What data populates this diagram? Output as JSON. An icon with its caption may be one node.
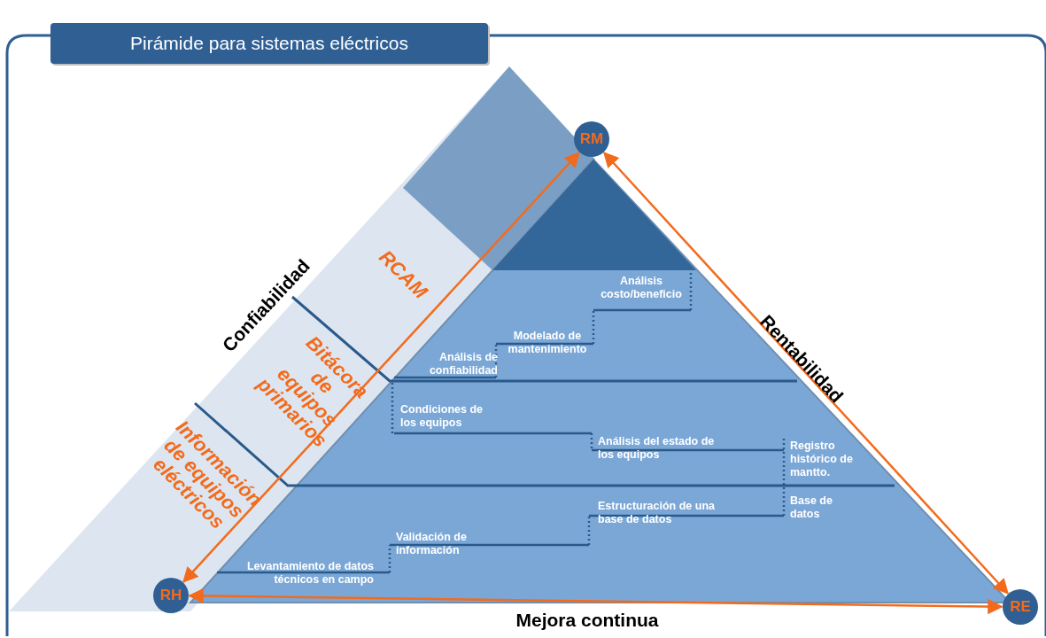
{
  "diagram": {
    "title": "Pirámide para sistemas eléctricos",
    "nodes": [
      {
        "text": [
          "RH"
        ]
      },
      {
        "text": [
          "RM"
        ]
      },
      {
        "text": [
          "RE"
        ]
      },
      {
        "text": [],
        "shape": "triangle"
      }
    ],
    "edges": [
      {
        "from": 0,
        "to": 1,
        "arrow": "both",
        "label": "Confiabilidad"
      },
      {
        "from": 1,
        "to": 2,
        "arrow": "both",
        "label": "Rentabilidad"
      },
      {
        "from": 0,
        "to": 2,
        "arrow": "both",
        "label": "Mejora continua"
      }
    ],
    "labels": [
      "RCAM",
      "Análisis costo/beneficio",
      "Modelado de mantenimiento",
      "Bitácora de equipos primarios",
      "Análisis de confiabilidad",
      "Condiciones de los equipos",
      "Análisis del estado de los equipos",
      "Registro histórico de mantto.",
      "Información de equipos eléctricos",
      "Base de datos",
      "Estructuración de una base de datos",
      "Validación de información",
      "Levantamiento de datos técnicos en campo"
    ]
  }
}
